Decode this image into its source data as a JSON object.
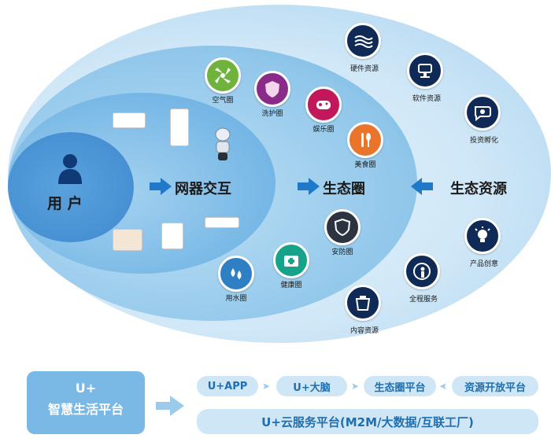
{
  "zones": {
    "user": "用 户",
    "network": "网器交互",
    "ecosystem": "生态圈",
    "resources": "生态资源"
  },
  "circles": [
    {
      "label": "空气圈",
      "color": "#6fb23c",
      "icon": "fan-icon"
    },
    {
      "label": "洗护圈",
      "color": "#8a2b8a",
      "icon": "shield-icon"
    },
    {
      "label": "娱乐圈",
      "color": "#c2185b",
      "icon": "gamepad-icon"
    },
    {
      "label": "美食圈",
      "color": "#e8752b",
      "icon": "utensils-icon"
    },
    {
      "label": "安防圈",
      "color": "#2b3440",
      "icon": "security-shield-icon"
    },
    {
      "label": "健康圈",
      "color": "#17a38a",
      "icon": "medical-kit-icon"
    },
    {
      "label": "用水圈",
      "color": "#2e7fc4",
      "icon": "water-drops-icon"
    }
  ],
  "resources": [
    {
      "label": "硬件资源",
      "icon": "gear-waves-icon"
    },
    {
      "label": "软件资源",
      "icon": "robot-arm-icon"
    },
    {
      "label": "投资孵化",
      "icon": "chat-money-icon"
    },
    {
      "label": "产品创意",
      "icon": "lightbulb-icon"
    },
    {
      "label": "全程服务",
      "icon": "service-globe-icon"
    },
    {
      "label": "内容资源",
      "icon": "content-folder-icon"
    }
  ],
  "platform": {
    "left_line1": "U+",
    "left_line2": "智慧生活平台",
    "top_row": [
      "U+APP",
      "U+大脑",
      "生态圈平台",
      "资源开放平台"
    ],
    "bottom": "U+云服务平台(M2M/大数据/互联工厂)"
  },
  "colors": {
    "dark_icon": "#0f2a56",
    "arrow": "#1f78c8",
    "pill_bg": "#cfe6f6",
    "pill_text": "#1f6fb0",
    "platform_box": "#7ab8e6"
  }
}
